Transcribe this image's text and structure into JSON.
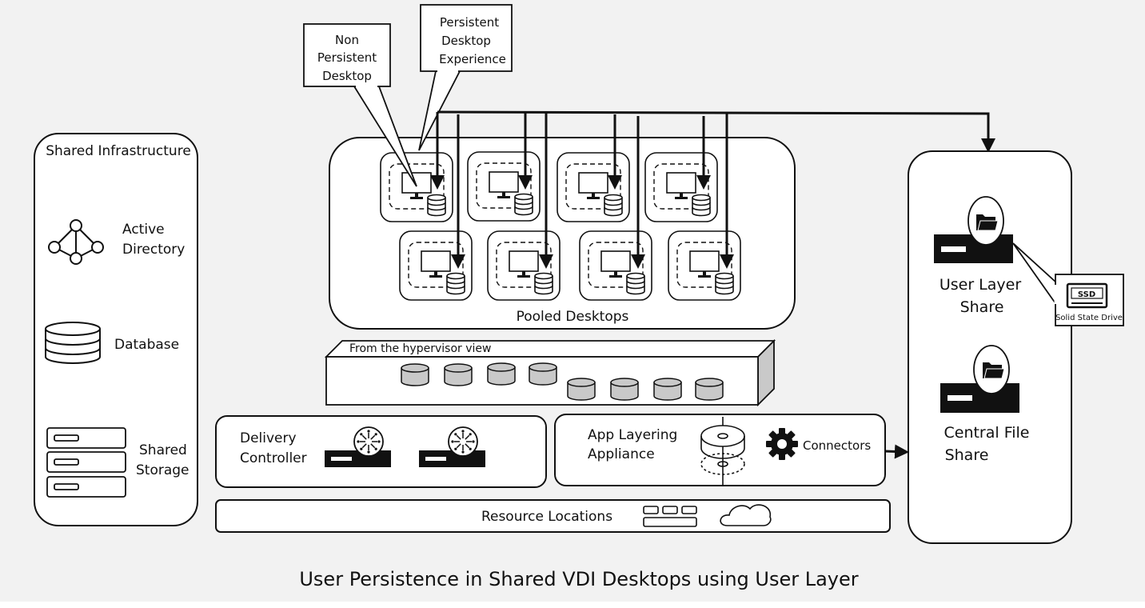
{
  "title": "User Persistence in Shared VDI Desktops using User Layer",
  "shared_infrastructure": {
    "heading": "Shared Infrastructure",
    "active_directory": [
      "Active",
      "Directory"
    ],
    "database": "Database",
    "shared_storage": [
      "Shared",
      "Storage"
    ]
  },
  "callouts": {
    "non_persistent": [
      "Non",
      "Persistent",
      "Desktop"
    ],
    "persistent": [
      "Persistent",
      "Desktop",
      "Experience"
    ]
  },
  "pooled_desktops": "Pooled Desktops",
  "hypervisor_label": "From the hypervisor view",
  "delivery_controller": [
    "Delivery",
    "Controller"
  ],
  "app_layering": [
    "App Layering",
    "Appliance"
  ],
  "connectors": "Connectors",
  "resource_locations": "Resource Locations",
  "user_layer_share": [
    "User Layer",
    "Share"
  ],
  "central_file_share": [
    "Central File",
    "Share"
  ],
  "ssd": {
    "badge": "SSD",
    "label": "Solid State Drive"
  }
}
